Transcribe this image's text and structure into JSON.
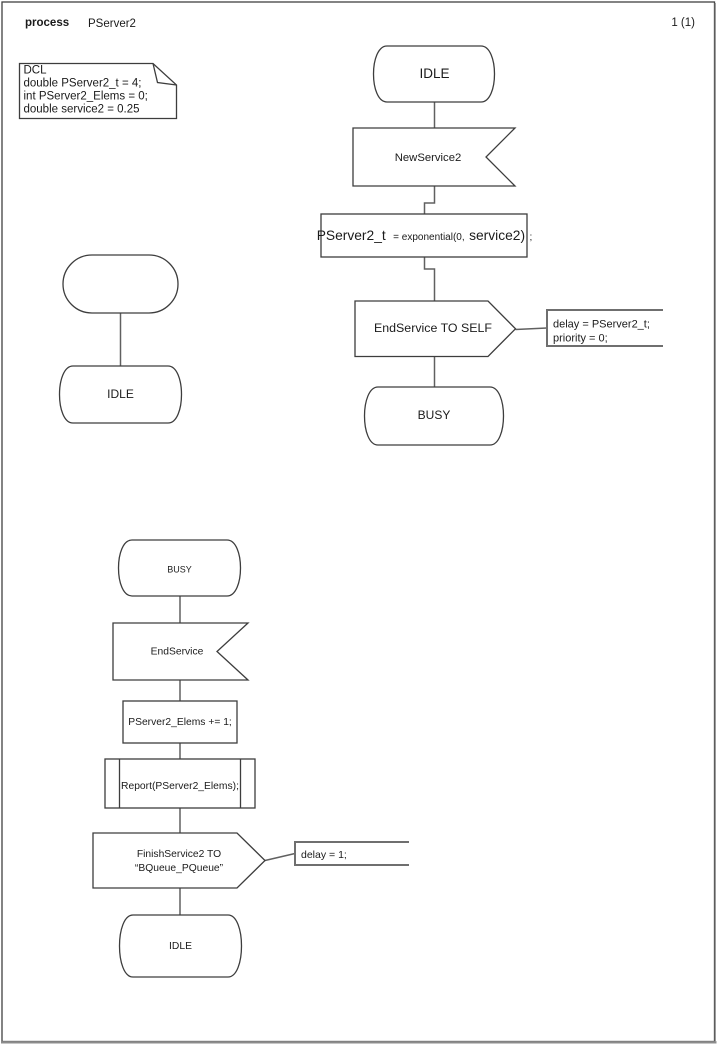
{
  "header": {
    "kind_label": "process",
    "process_name": "PServer2",
    "page_number": "1 (1)"
  },
  "declarations": {
    "lines": [
      "DCL",
      "double PServer2_t = 4;",
      "int PServer2_Elems = 0;",
      "double service2 = 0.25"
    ]
  },
  "service_start_transition": {
    "from_state": "IDLE",
    "input_signal": "NewService2",
    "task": {
      "full_text": "PServer2_t = exponential(0,service2);",
      "seg_large_1": "PServer2_t",
      "seg_small_1": "= exponential(0,",
      "seg_large_2": "service2)",
      "seg_small_2": ";"
    },
    "output_signal": "EndService TO SELF",
    "comment_lines": [
      "delay = PServer2_t;",
      "priority = 0;"
    ],
    "to_state": "BUSY"
  },
  "process_start": {
    "initial_state": "IDLE"
  },
  "service_end_transition": {
    "from_state": "BUSY",
    "input_signal": "EndService",
    "task": "PServer2_Elems += 1;",
    "procedure_call": "Report(PServer2_Elems);",
    "output_lines": [
      "FinishService2 TO",
      "“BQueue_PQueue”"
    ],
    "comment": "delay = 1;",
    "to_state": "IDLE"
  },
  "colors": {
    "background": "#ffffff",
    "ink": "#1b1b1b",
    "shape_stroke": "#3d3d3d",
    "connector": "#606060",
    "comment_stroke": "#6f6f6f"
  }
}
